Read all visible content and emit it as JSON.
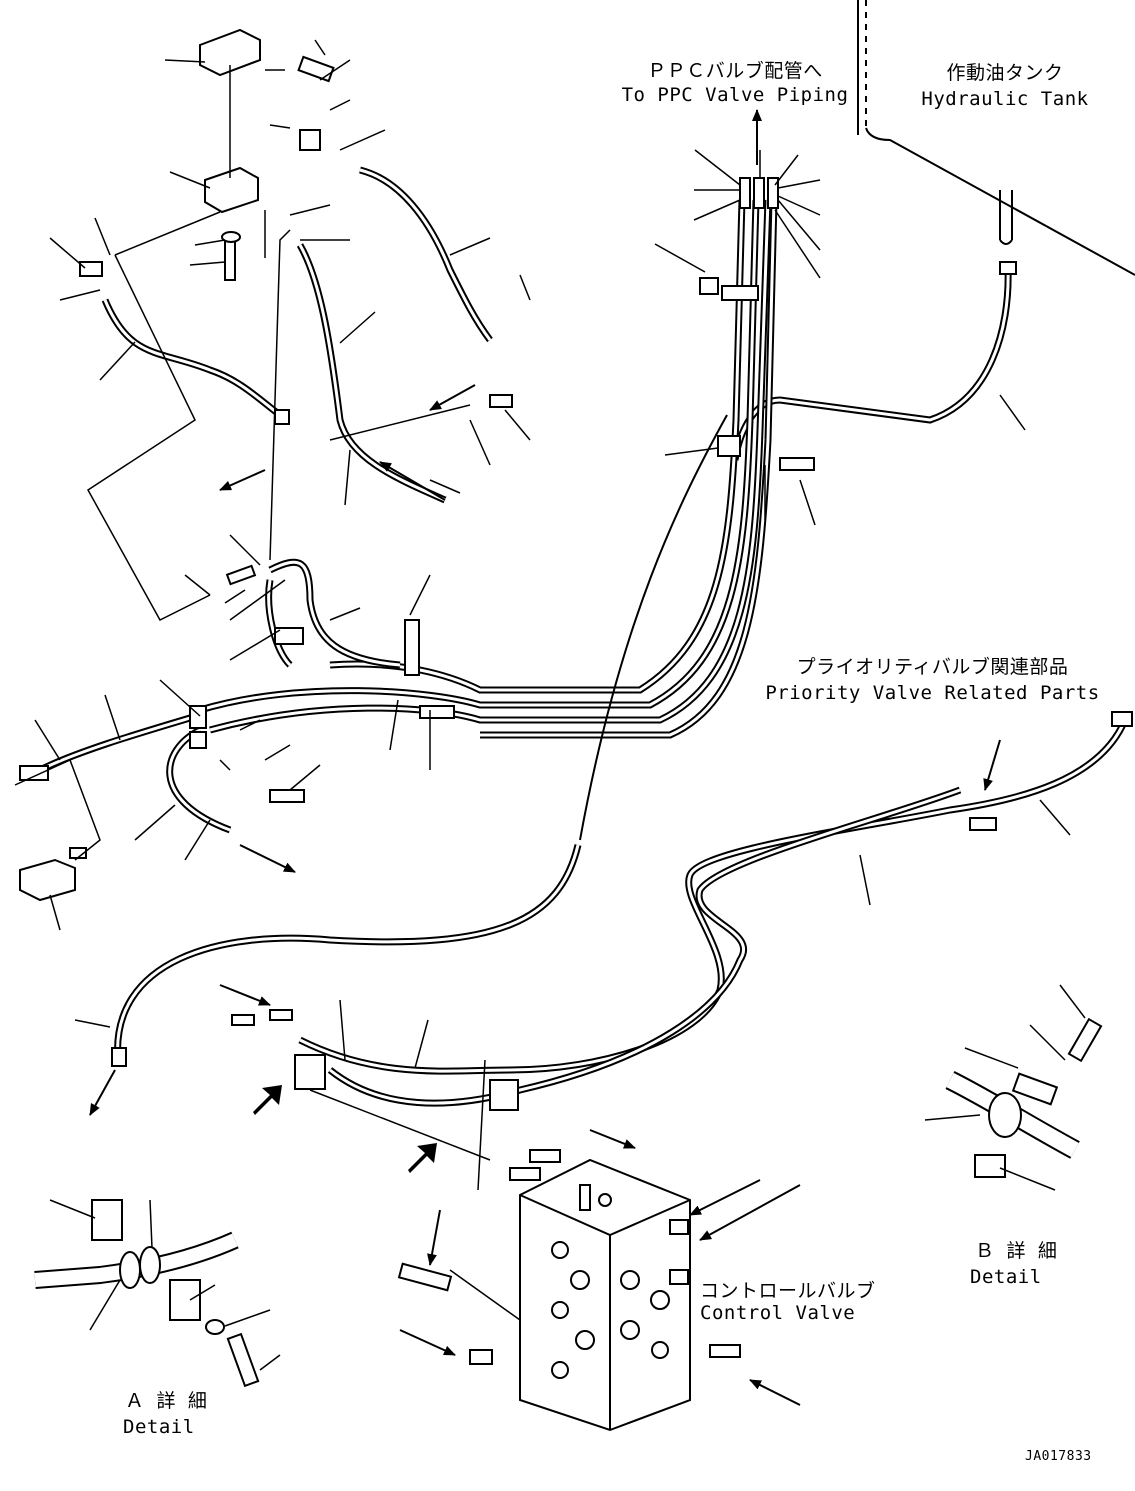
{
  "labels": {
    "ppc_jp": "ＰＰＣバルブ配管へ",
    "ppc_en": "To PPC Valve Piping",
    "tank_jp": "作動油タンク",
    "tank_en": "Hydraulic Tank",
    "priority_jp": "プライオリティバルブ関連部品",
    "priority_en": "Priority Valve Related Parts",
    "control_jp": "コントロールバルブ",
    "control_en": "Control Valve",
    "detail_a_jp": "Ａ 詳 細",
    "detail_a_en": "Detail",
    "detail_b_jp": "Ｂ 詳 細",
    "detail_b_en": "Detail",
    "drawing_no": "JA017833"
  }
}
